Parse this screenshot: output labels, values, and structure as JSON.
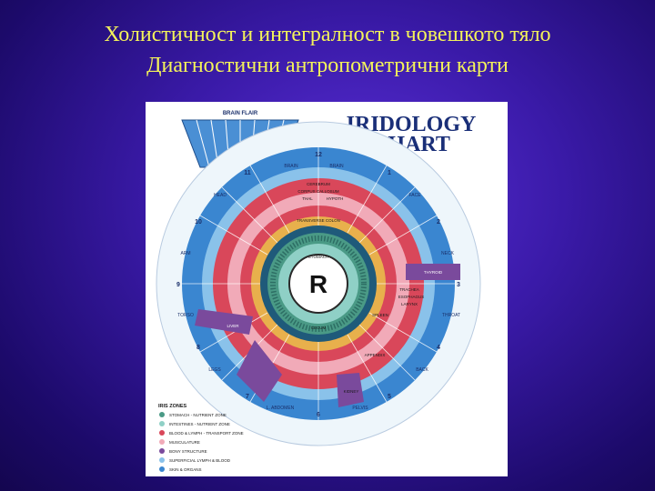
{
  "slide": {
    "title_line1": "Холистичност и интегралност в човешкото тяло",
    "title_line2": "Диагностични антропометрични карти"
  },
  "chart": {
    "heading_line1": "IRIDOLOGY",
    "heading_line2": "CHART",
    "center_letter": "R",
    "top_fan_label": "BRAIN FLAIR",
    "clock_numbers": [
      "12",
      "1",
      "2",
      "3",
      "4",
      "5",
      "6",
      "7",
      "8",
      "9",
      "10",
      "11"
    ],
    "outer_labels": [
      "BRAIN",
      "FACE",
      "NECK",
      "THROAT",
      "BACK",
      "PELVIS",
      "L. ABDOMEN",
      "LEGS",
      "TORSO",
      "ARM",
      "HEAD",
      "BRAIN"
    ],
    "inner_labels": [
      "CEREBRUM",
      "CORPUS CALLOSUM",
      "THAL",
      "HYPOTH",
      "TRANSVERSE COLON",
      "STOMACH",
      "CECUM",
      "SPLEEN",
      "KIDNEY",
      "THYROID",
      "TRACHEA",
      "ESOPHAGUS",
      "LARYNX",
      "LIVER",
      "APPENDIX"
    ],
    "legend_title": "IRIS ZONES",
    "legend_items": [
      "STOMACH - NUTRIENT ZONE",
      "INTESTINES - NUTRIENT ZONE",
      "BLOOD & LYMPH - TRANSPORT ZONE",
      "MUSCULATURE",
      "BONY STRUCTURE",
      "SUPERFICIAL LYMPH & BLOOD",
      "SKIN & ORGANS"
    ],
    "colors": {
      "outer_ring": "#3a86d0",
      "red_band": "#d9475a",
      "pink_band": "#f1aab8",
      "purple_band": "#7a4a9c",
      "green_core": "#4a9a86",
      "teal_ring": "#8fd0c6"
    }
  }
}
